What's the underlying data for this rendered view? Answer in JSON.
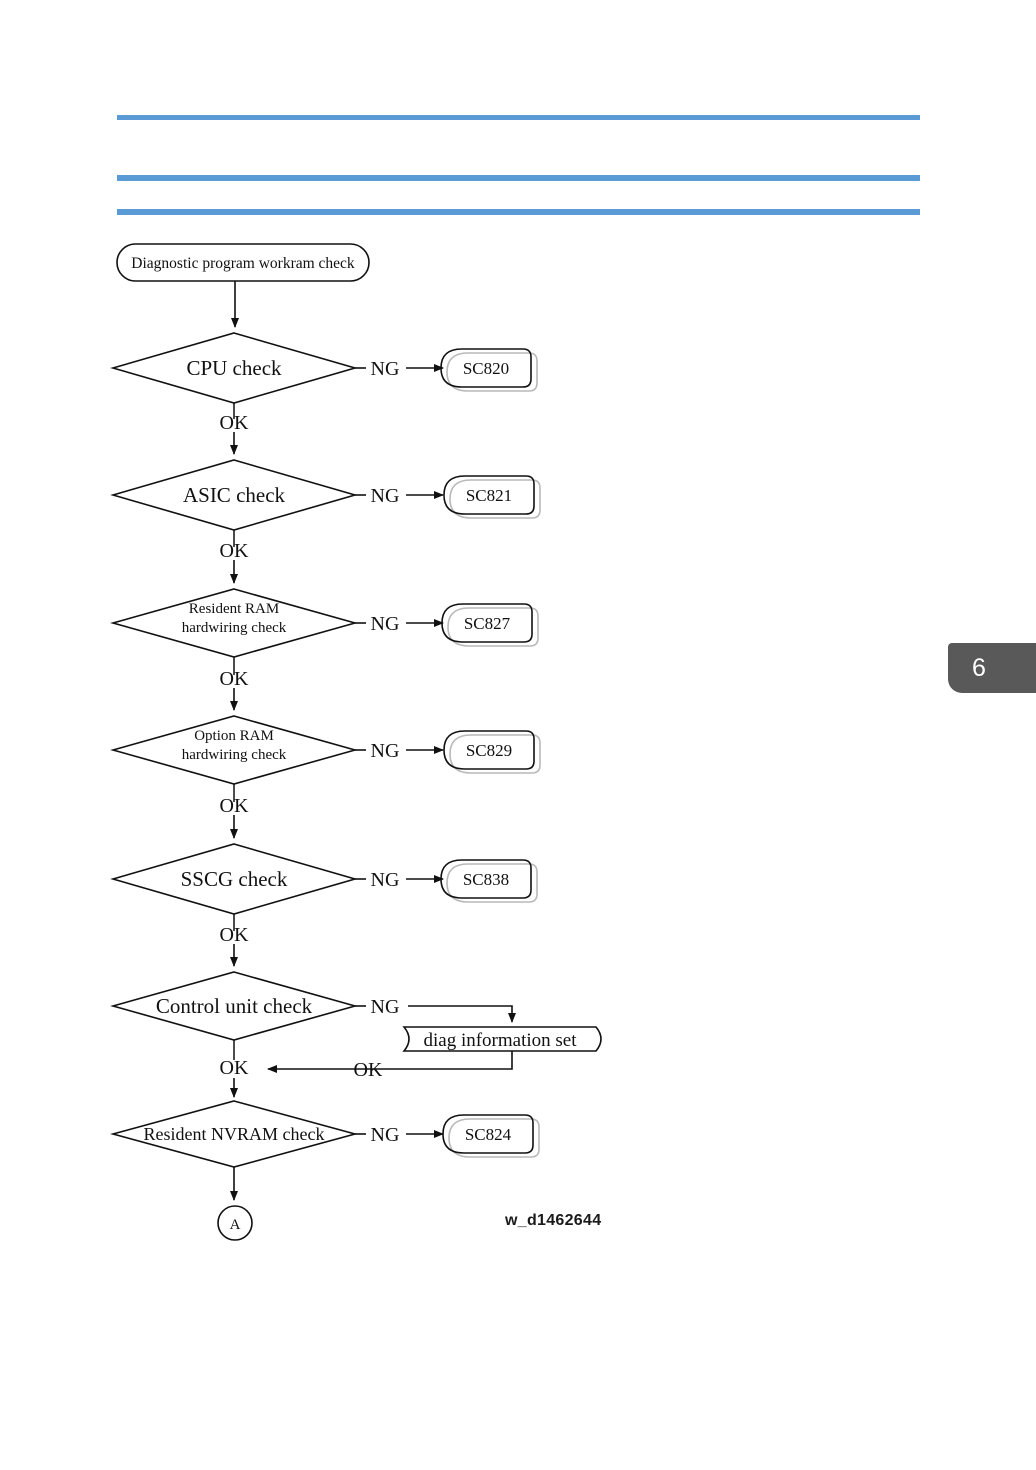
{
  "document": {
    "page_tab_number": "6",
    "figure_caption": "w_d1462644",
    "accent_color": "#5b9bd5",
    "tab_color": "#595959"
  },
  "rules": [
    {
      "name": "header-rule-top"
    },
    {
      "name": "header-rule-middle"
    },
    {
      "name": "header-rule-bottom"
    }
  ],
  "flowchart": {
    "type": "flowchart",
    "start": {
      "label": "Diagnostic program workram check"
    },
    "end": {
      "label": "A"
    },
    "branch_ok": "OK",
    "branch_ng": "NG",
    "process_box": {
      "label": "diag information set"
    },
    "steps": [
      {
        "label": "CPU check",
        "label2": "",
        "ng_code": "SC820",
        "ok": "OK",
        "ng": "NG"
      },
      {
        "label": "ASIC check",
        "label2": "",
        "ng_code": "SC821",
        "ok": "OK",
        "ng": "NG"
      },
      {
        "label": "Resident RAM",
        "label2": "hardwiring check",
        "ng_code": "SC827",
        "ok": "OK",
        "ng": "NG"
      },
      {
        "label": "Option RAM",
        "label2": "hardwiring check",
        "ng_code": "SC829",
        "ok": "OK",
        "ng": "NG"
      },
      {
        "label": "SSCG check",
        "label2": "",
        "ng_code": "SC838",
        "ok": "OK",
        "ng": "NG"
      },
      {
        "label": "Control unit check",
        "label2": "",
        "ng_code": "",
        "ok": "OK",
        "ng": "NG"
      },
      {
        "label": "Resident NVRAM check",
        "label2": "",
        "ng_code": "SC824",
        "ok": "OK",
        "ng": "NG"
      }
    ]
  }
}
